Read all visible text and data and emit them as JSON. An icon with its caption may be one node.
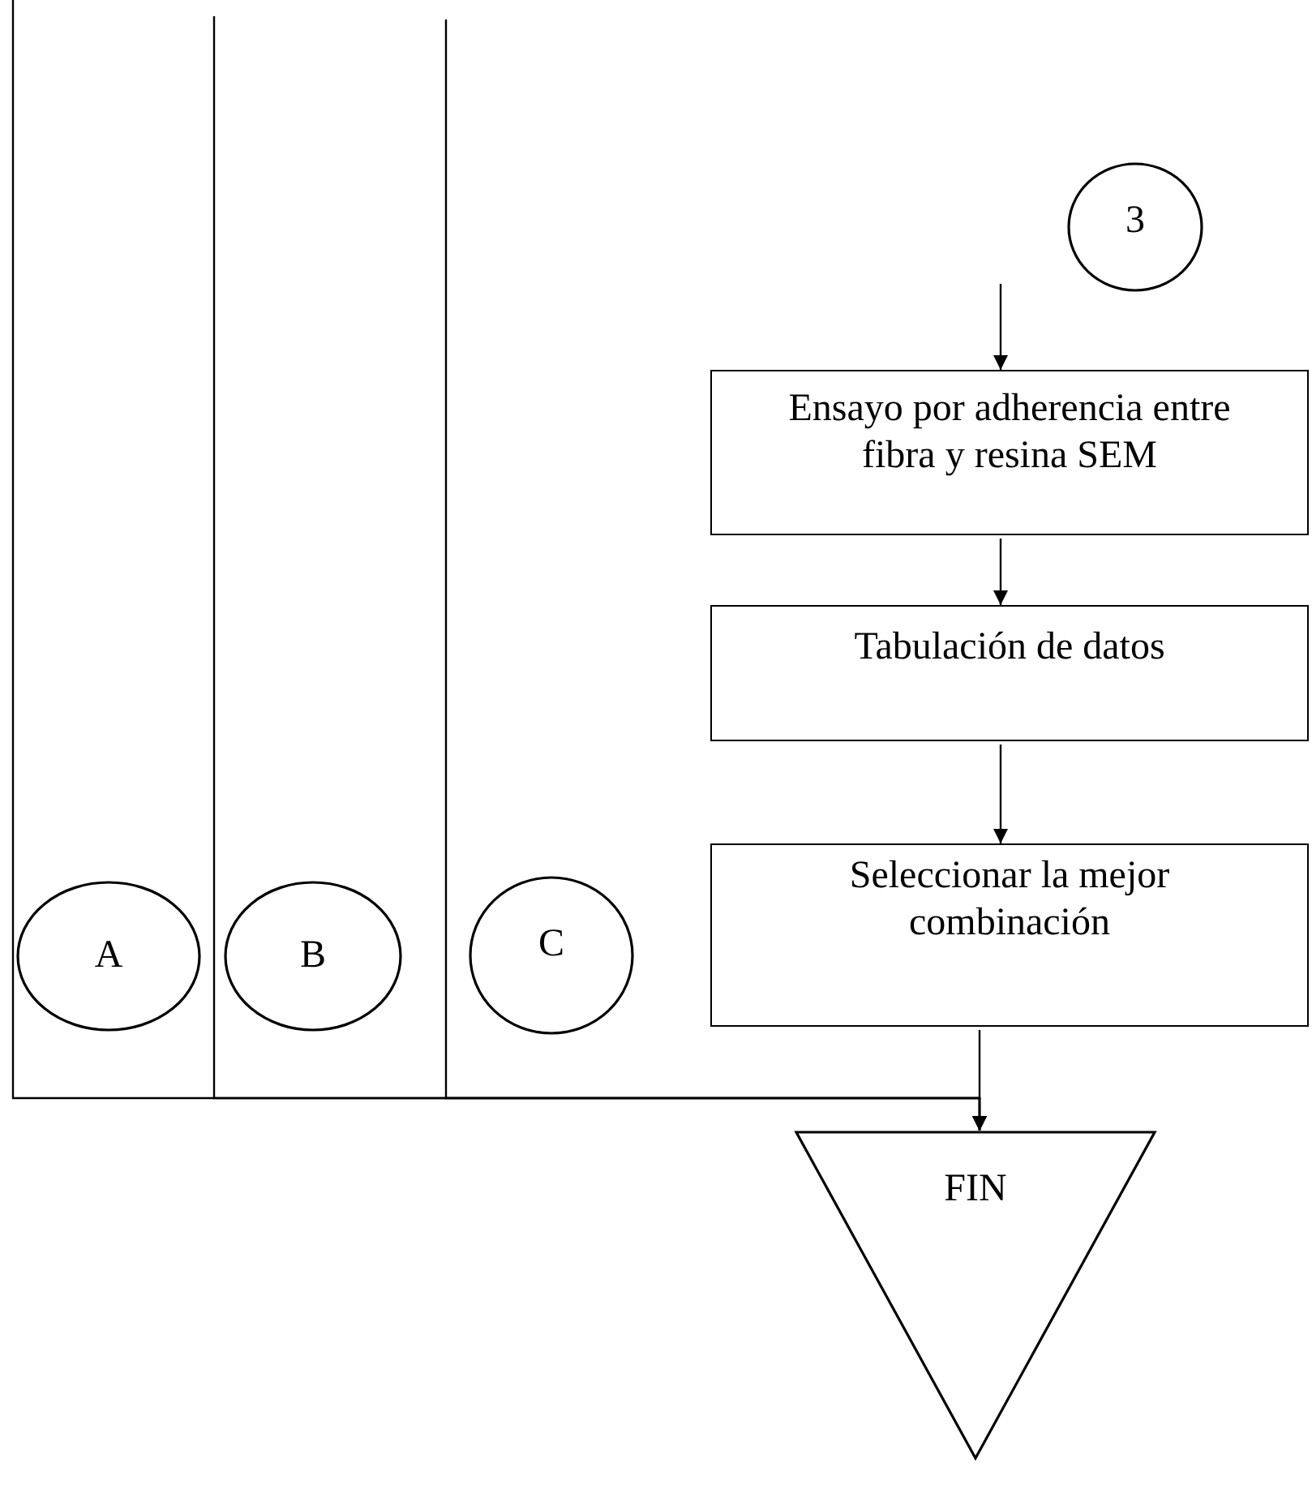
{
  "diagram": {
    "nodes": [
      {
        "text": [
          "3"
        ]
      },
      {
        "text": [
          "Ensayo por adherencia entre fibra y resina  SEM"
        ]
      },
      {
        "text": [
          "Tabulación de datos"
        ]
      },
      {
        "text": [
          "A"
        ]
      },
      {
        "text": [
          "B"
        ]
      },
      {
        "text": [
          "C"
        ]
      },
      {
        "text": [
          "Seleccionar la mejor combinación"
        ]
      },
      {
        "text": [
          "FIN"
        ]
      }
    ],
    "edges": [
      {
        "from": null,
        "to": 1,
        "arrow": "to"
      },
      {
        "from": 1,
        "to": 2,
        "arrow": "to"
      },
      {
        "from": 2,
        "to": 6,
        "arrow": "to"
      },
      {
        "from": 6,
        "to": 7,
        "arrow": "to"
      },
      {
        "from": null,
        "to": 7,
        "arrow": "to"
      },
      {
        "from": null,
        "to": 7,
        "arrow": "to"
      },
      {
        "from": null,
        "to": 7,
        "arrow": "to"
      }
    ]
  }
}
